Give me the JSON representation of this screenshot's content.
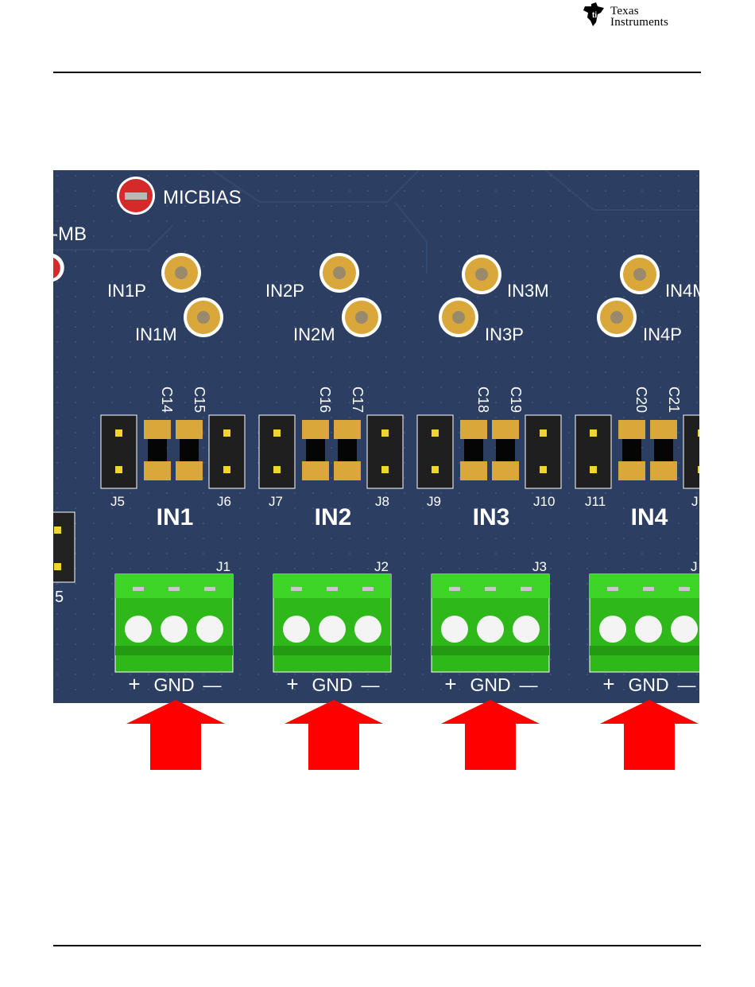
{
  "header": {
    "brand_line1": "Texas",
    "brand_line2": "Instruments"
  },
  "board": {
    "micbias_label": "MICBIAS",
    "mb_label": "-MB",
    "partial_jumper_label": "5",
    "channels": [
      {
        "name": "IN1",
        "pad_upper": "IN1P",
        "pad_lower": "IN1M",
        "cap_left": "C14",
        "cap_right": "C15",
        "jumper_left": "J5",
        "jumper_right": "J6",
        "terminal": "J1"
      },
      {
        "name": "IN2",
        "pad_upper": "IN2P",
        "pad_lower": "IN2M",
        "cap_left": "C16",
        "cap_right": "C17",
        "jumper_left": "J7",
        "jumper_right": "J8",
        "terminal": "J2"
      },
      {
        "name": "IN3",
        "pad_upper": "IN3M",
        "pad_lower": "IN3P",
        "cap_left": "C18",
        "cap_right": "C19",
        "jumper_left": "J9",
        "jumper_right": "J10",
        "terminal": "J3"
      },
      {
        "name": "IN4",
        "pad_upper": "IN4M",
        "pad_lower": "IN4P",
        "cap_left": "C20",
        "cap_right": "C21",
        "jumper_left": "J11",
        "jumper_right": "J",
        "terminal": "J"
      }
    ],
    "terminal_plus": "+",
    "terminal_gnd": "GND",
    "terminal_minus": "—"
  },
  "colors": {
    "pcb": "#2b3e62",
    "silk": "#ffffff",
    "gold": "#d9a73a",
    "terminal_green": "#35c21f",
    "arrow_red": "#ff0000"
  }
}
